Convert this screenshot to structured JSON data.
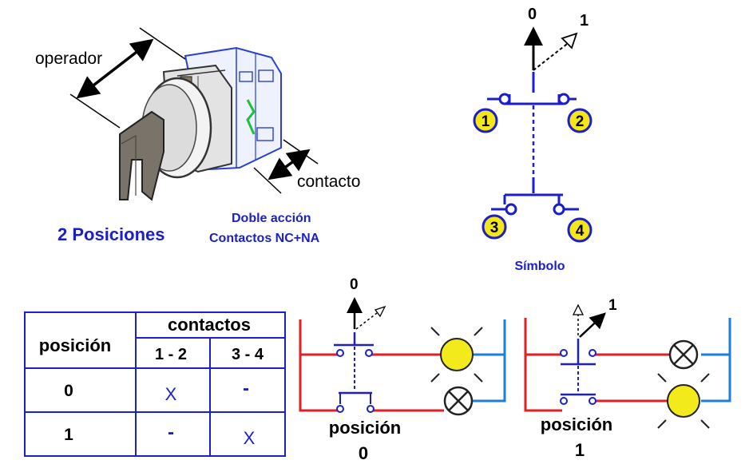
{
  "device": {
    "operator_label": "operador",
    "contact_label": "contacto",
    "positions_label": "2 Posiciones",
    "action_label": "Doble acción",
    "contacts_type_label": "Contactos NC+NA"
  },
  "symbol": {
    "pos0": "0",
    "pos1": "1",
    "terminals": [
      "1",
      "2",
      "3",
      "4"
    ],
    "caption": "Símbolo"
  },
  "table": {
    "header_position": "posición",
    "header_contacts": "contactos",
    "col_12": "1 - 2",
    "col_34": "3 - 4",
    "rows": [
      {
        "position": "0",
        "c12": "X",
        "c34": "-"
      },
      {
        "position": "1",
        "c12": "-",
        "c34": "X"
      }
    ]
  },
  "circuits": [
    {
      "top_label": "0",
      "caption": "posición",
      "position": "0"
    },
    {
      "top_label": "1",
      "caption": "posición",
      "position": "1"
    }
  ],
  "colors": {
    "blue_text": "#1a1fc8",
    "symbol_blue": "#1a1fc8",
    "terminal_yellow": "#f5e61a",
    "red_wire": "#e21e26",
    "blue_wire": "#1e7fd8",
    "lamp_on": "#f3ea1c"
  }
}
